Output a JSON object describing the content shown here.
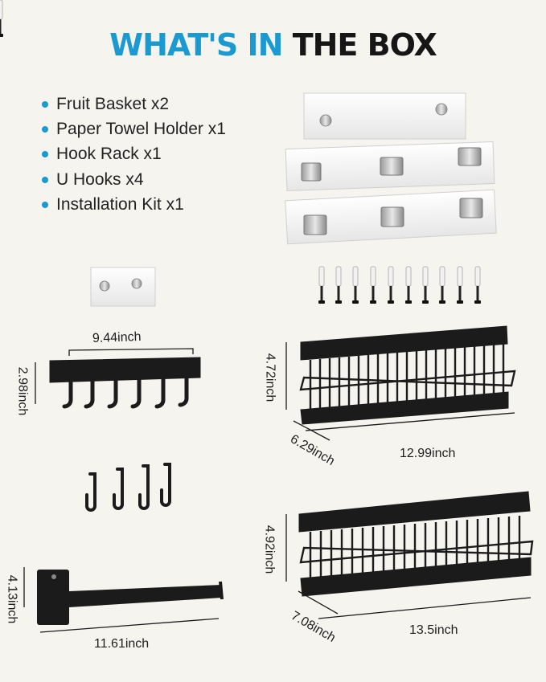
{
  "header": {
    "title_accent": "WHAT'S IN",
    "title_rest": "THE BOX"
  },
  "colors": {
    "accent": "#1a9ad0",
    "metal": "#1b1b1b",
    "background": "#f6f4ef"
  },
  "contents": [
    {
      "label": "Fruit Basket x2"
    },
    {
      "label": "Paper Towel Holder x1"
    },
    {
      "label": "Hook Rack x1"
    },
    {
      "label": "U Hooks x4"
    },
    {
      "label": "Installation Kit x1"
    }
  ],
  "dimensions": {
    "hook_rack_width": "9.44inch",
    "hook_rack_height": "2.98inch",
    "basket_small_height": "4.72inch",
    "basket_small_depth": "6.29inch",
    "basket_small_width": "12.99inch",
    "basket_large_height": "4.92inch",
    "basket_large_depth": "7.08inch",
    "basket_large_width": "13.5inch",
    "towel_holder_height": "4.13inch",
    "towel_holder_width": "11.61inch"
  }
}
